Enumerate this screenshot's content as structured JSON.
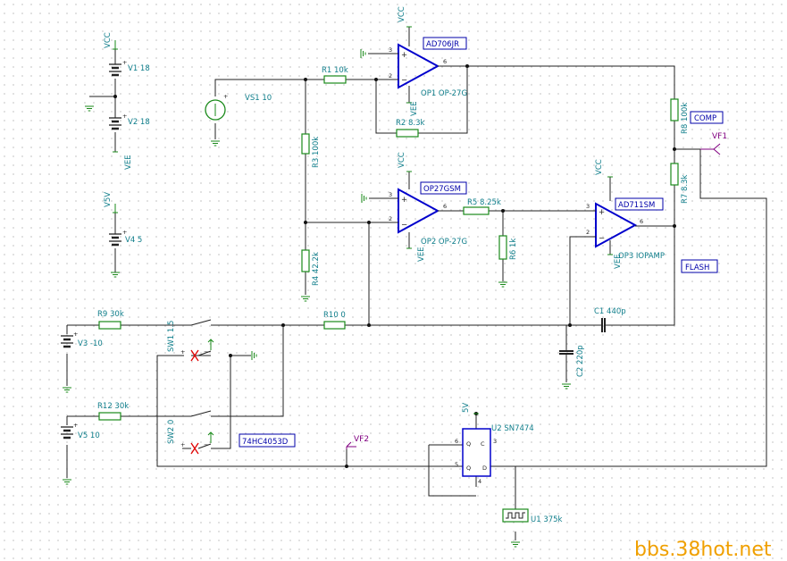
{
  "labels": {
    "vcc_top": "VCC",
    "v1": "V1 18",
    "v2": "V2 18",
    "vee_left": "VEE",
    "v5v_left": "V5V",
    "v4": "V4 5",
    "vs1": "VS1 10",
    "r1": "R1 10k",
    "r2": "R2 8.3k",
    "r3": "R3 100k",
    "r4": "R4 42.2k",
    "r5": "R5 8.25k",
    "r6": "R6 1k",
    "r7": "R7 8.3k",
    "r8": "R8 100k",
    "r9": "R9 30k",
    "r10": "R10 0",
    "r12": "R12 30k",
    "op1": "OP1 OP-27G",
    "op2": "OP2 OP-27G",
    "op3": "OP3 IOPAMP",
    "vcc_op1": "VCC",
    "vee_op1": "VEE",
    "vcc_op2": "VCC",
    "vee_op2": "VEE",
    "vcc_op3": "VCC",
    "vee_op3": "VEE",
    "c1": "C1 440p",
    "c2": "C2 220p",
    "v3": "V3 -10",
    "v5": "V5 10",
    "sw1": "SW1 1.5",
    "sw2": "SW2 0",
    "u2_5v": "5V",
    "u2": "U2 SN7474",
    "u1": "U1 375k"
  },
  "pins": {
    "op1_p3": "3",
    "op1_p2": "2",
    "op1_p6": "6",
    "op2_p3": "3",
    "op2_p2": "2",
    "op2_p6": "6",
    "op3_p3": "3",
    "op3_p2": "2",
    "op3_p6": "6",
    "u2_p6": "6",
    "u2_p5": "5",
    "u2_p3": "3",
    "u2_p4": "4"
  },
  "flipflop": {
    "q": "Q",
    "c": "C",
    "qbar": "Q",
    "d": "D"
  },
  "probes": {
    "vf1": "VF1",
    "vf2": "VF2"
  },
  "tags": {
    "ad706jr": "AD706JR",
    "op27gsm": "OP27GSM",
    "ad711sm": "AD711SM",
    "comp": "COMP",
    "flash": "FLASH",
    "hc4053": "74HC4053D"
  },
  "watermark": "bbs.38hot.net"
}
